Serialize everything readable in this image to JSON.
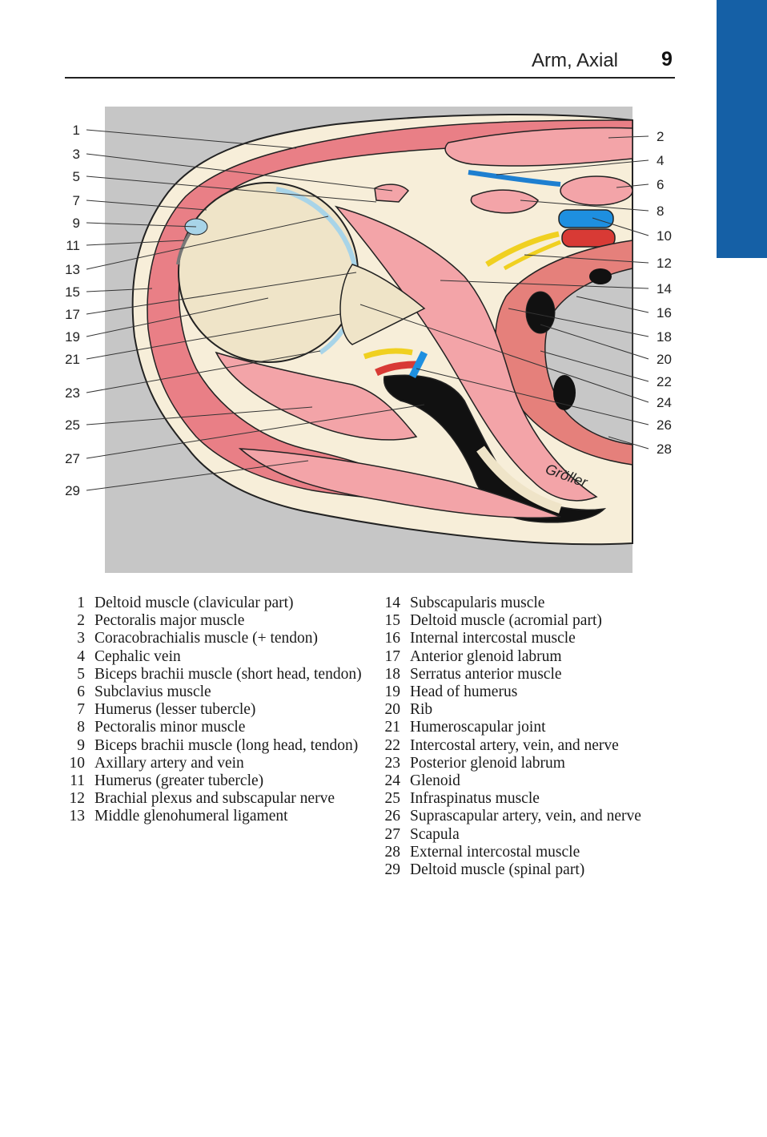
{
  "header": {
    "title": "Arm, Axial",
    "page_number": "9"
  },
  "figure": {
    "signature": "Gröller",
    "callout_numbers": [
      "1",
      "2",
      "3",
      "4",
      "5",
      "6",
      "7",
      "8",
      "9",
      "10",
      "11",
      "12",
      "13",
      "14",
      "15",
      "16",
      "17",
      "18",
      "19",
      "20",
      "21",
      "22",
      "23",
      "24",
      "25",
      "26",
      "27",
      "28",
      "29"
    ]
  },
  "legend": {
    "left": [
      {
        "num": "1",
        "text": "Deltoid muscle (clavicular part)"
      },
      {
        "num": "2",
        "text": "Pectoralis major muscle"
      },
      {
        "num": "3",
        "text": "Coracobrachialis muscle (+ tendon)"
      },
      {
        "num": "4",
        "text": "Cephalic vein"
      },
      {
        "num": "5",
        "text": "Biceps brachii muscle (short head, tendon)"
      },
      {
        "num": "6",
        "text": "Subclavius muscle"
      },
      {
        "num": "7",
        "text": "Humerus (lesser tubercle)"
      },
      {
        "num": "8",
        "text": "Pectoralis minor muscle"
      },
      {
        "num": "9",
        "text": "Biceps brachii muscle (long head, tendon)"
      },
      {
        "num": "10",
        "text": "Axillary artery and vein"
      },
      {
        "num": "11",
        "text": "Humerus (greater tubercle)"
      },
      {
        "num": "12",
        "text": "Brachial plexus and subscapular nerve"
      },
      {
        "num": "13",
        "text": "Middle glenohumeral ligament"
      }
    ],
    "right": [
      {
        "num": "14",
        "text": "Subscapularis muscle"
      },
      {
        "num": "15",
        "text": "Deltoid muscle (acromial part)"
      },
      {
        "num": "16",
        "text": "Internal intercostal muscle"
      },
      {
        "num": "17",
        "text": "Anterior glenoid labrum"
      },
      {
        "num": "18",
        "text": "Serratus anterior muscle"
      },
      {
        "num": "19",
        "text": "Head of humerus"
      },
      {
        "num": "20",
        "text": "Rib"
      },
      {
        "num": "21",
        "text": "Humeroscapular joint"
      },
      {
        "num": "22",
        "text": "Intercostal artery, vein, and nerve"
      },
      {
        "num": "23",
        "text": "Posterior glenoid labrum"
      },
      {
        "num": "24",
        "text": "Glenoid"
      },
      {
        "num": "25",
        "text": "Infraspinatus muscle"
      },
      {
        "num": "26",
        "text": "Suprascapular artery, vein, and nerve"
      },
      {
        "num": "27",
        "text": "Scapula"
      },
      {
        "num": "28",
        "text": "External intercostal muscle"
      },
      {
        "num": "29",
        "text": "Deltoid muscle (spinal part)"
      }
    ]
  }
}
